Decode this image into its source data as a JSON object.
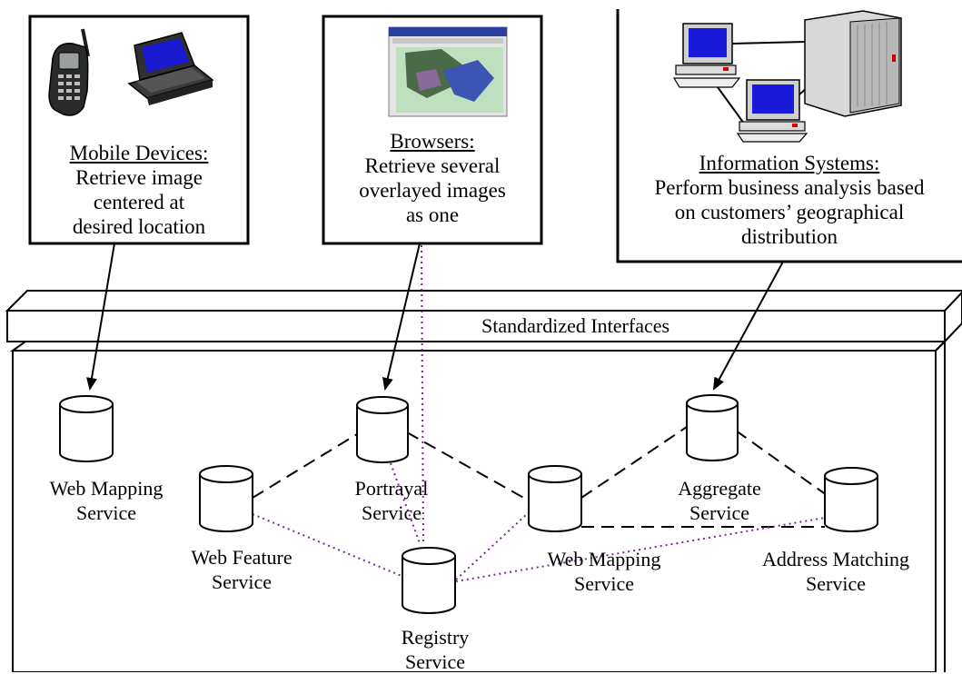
{
  "clients": {
    "mobile": {
      "title": "Mobile Devices:",
      "lines": [
        "Retrieve image",
        "centered at",
        "desired location"
      ]
    },
    "browsers": {
      "title": "Browsers:",
      "lines": [
        "Retrieve several",
        "overlayed images",
        "as one"
      ]
    },
    "info_systems": {
      "title": "Information Systems:",
      "lines": [
        "Perform business analysis based",
        "on customers’ geographical",
        "distribution"
      ]
    }
  },
  "interfaces_label": "Standardized Interfaces",
  "services": {
    "web_mapping_1": [
      "Web Mapping",
      "Service"
    ],
    "web_feature": [
      "Web Feature",
      "Service"
    ],
    "portrayal": [
      "Portrayal",
      "Service"
    ],
    "registry": [
      "Registry",
      "Service"
    ],
    "web_mapping_2": [
      "Web Mapping",
      "Service"
    ],
    "aggregate": [
      "Aggregate",
      "Service"
    ],
    "address_matching": [
      "Address Matching",
      "Service"
    ]
  },
  "colors": {
    "outline": "#000000",
    "dotted_link": "#7a2a8c",
    "screen": "#1010c8",
    "device_dark": "#2a2a2a",
    "rack": "#cfcfcf"
  }
}
